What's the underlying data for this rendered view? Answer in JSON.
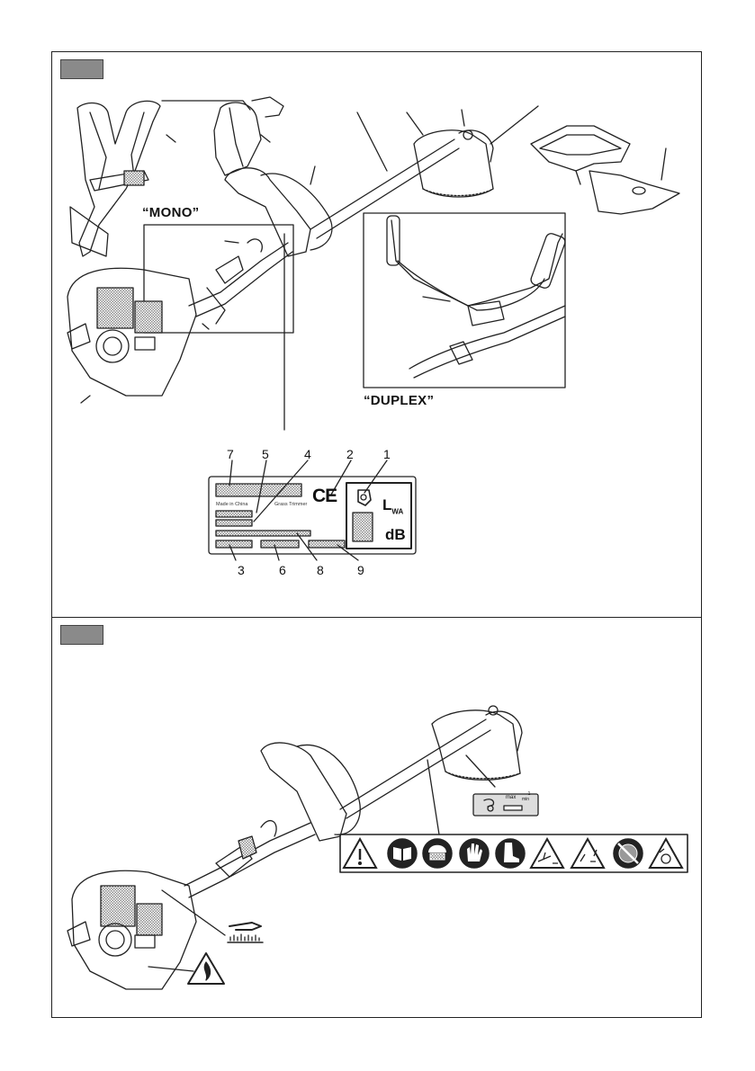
{
  "figure_a": {
    "tag": "",
    "label_mono": "“MONO”",
    "label_duplex": "“DUPLEX”",
    "plate_numbers": [
      "7",
      "5",
      "4",
      "2",
      "1",
      "3",
      "6",
      "8",
      "9"
    ],
    "plate": {
      "made_in": "Made in China",
      "product": "Grass Trimmer",
      "ce_mark": "CE",
      "lwa": "L",
      "lwa_sub": "WA",
      "db": "dB"
    }
  },
  "figure_b": {
    "tag": "",
    "throttle_label": "max",
    "throttle_sub": "min",
    "rpm_unit": "-1",
    "warning_icons": [
      "warning-triangle-icon",
      "read-manual-icon",
      "helmet-visor-ear-protection-icon",
      "gloves-icon",
      "boots-icon",
      "thrown-objects-hazard-icon",
      "bystander-distance-icon",
      "no-saw-blade-icon",
      "blade-kickback-icon"
    ]
  },
  "colors": {
    "line": "#222222",
    "tag_fill": "#8a8a8a",
    "hatch": "#9a9a9a"
  }
}
